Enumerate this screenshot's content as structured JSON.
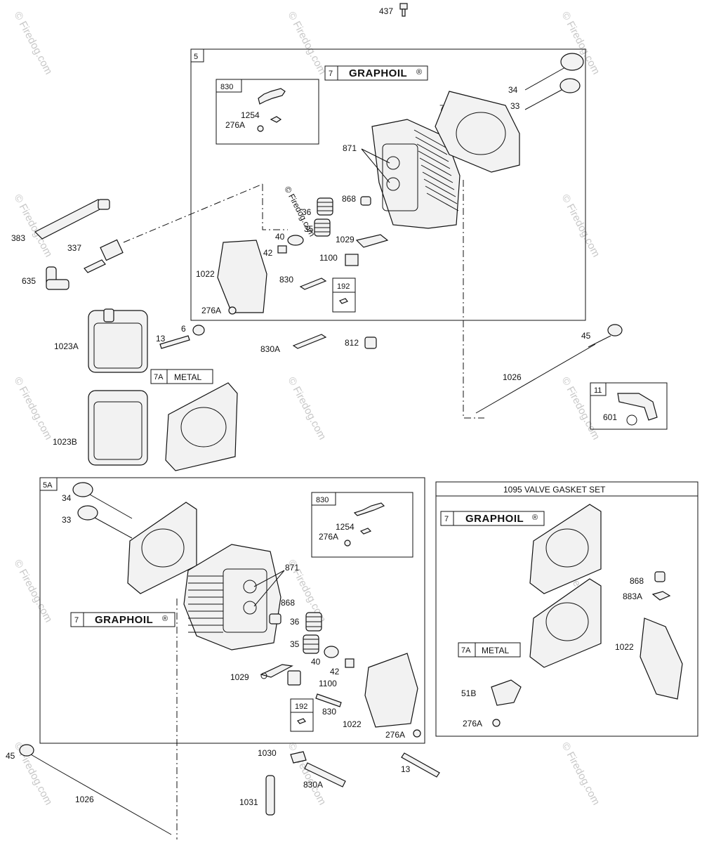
{
  "watermark": "© Firedog.com",
  "center_watermark": "© Firedog.com",
  "groups": {
    "head_5": "5",
    "head_5a": "5A",
    "kit_830_top": "830",
    "kit_830_mid": "830",
    "kit_192_top": "192",
    "kit_192_bottom": "192",
    "kit_11": "11",
    "gasket_7_top": "7",
    "gasket_7_mid": "7",
    "gasket_7_set": "7",
    "gasket_7a_mid": "7A",
    "gasket_7a_set": "7A",
    "graphoil": "GRAPHOIL",
    "registered": "®",
    "metal": "METAL",
    "valve_gasket_set": "1095 VALVE GASKET SET"
  },
  "labels": {
    "p437": "437",
    "p383": "383",
    "p337": "337",
    "p635": "635",
    "t7": "7",
    "t34": "34",
    "t33": "33",
    "t1254": "1254",
    "t276a_kit": "276A",
    "t871": "871",
    "t868": "868",
    "t36": "36",
    "t35": "35",
    "t40": "40",
    "t42": "42",
    "t1029": "1029",
    "t1100": "1100",
    "t1022": "1022",
    "t830": "830",
    "t276a": "276A",
    "p1023a": "1023A",
    "p13": "13",
    "p6": "6",
    "p830a": "830A",
    "p812": "812",
    "p45": "45",
    "p1026": "1026",
    "p601": "601",
    "p1023b": "1023B",
    "m34": "34",
    "m33": "33",
    "m1254": "1254",
    "m276a_kit": "276A",
    "m871": "871",
    "m868": "868",
    "m36": "36",
    "m35": "35",
    "m40": "40",
    "m42": "42",
    "m1029": "1029",
    "m1100": "1100",
    "m830": "830",
    "m1022": "1022",
    "m276a": "276A",
    "s868": "868",
    "s883a": "883A",
    "s1022": "1022",
    "s51b": "51B",
    "s276a": "276A",
    "b45": "45",
    "b1026": "1026",
    "b1030": "1030",
    "b830a": "830A",
    "b13": "13",
    "b1031": "1031"
  }
}
